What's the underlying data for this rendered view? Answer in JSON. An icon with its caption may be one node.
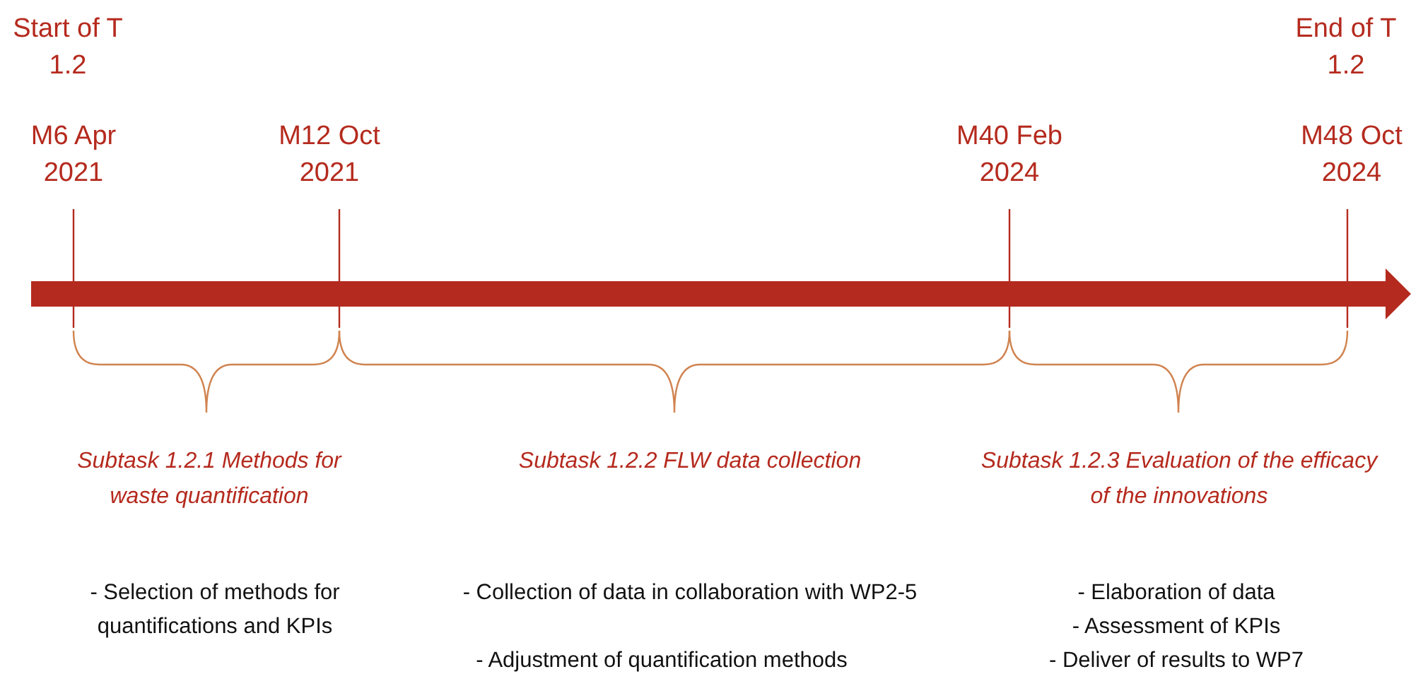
{
  "diagram": {
    "labels": [
      "Start of T 1.2",
      "End of T 1.2",
      "M6 Apr 2021",
      "M12 Oct 2021",
      "M40 Feb 2024",
      "M48 Oct 2024",
      "Subtask 1.2.1 Methods for waste quantification",
      "Subtask 1.2.2 FLW data collection",
      "Subtask 1.2.3 Evaluation of the efficacy of the innovations",
      "- Selection of methods for quantifications and KPIs",
      "- Collection of data in collaboration with WP2-5",
      "- Adjustment of quantification methods",
      "- Elaboration of data",
      "- Assessment of KPIs",
      "- Deliver of results to WP7"
    ]
  }
}
